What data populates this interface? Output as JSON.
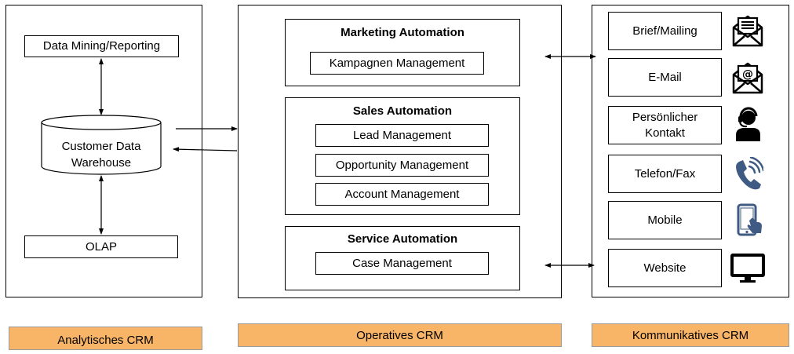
{
  "analytical": {
    "data_mining": "Data Mining/Reporting",
    "warehouse_line1": "Customer Data",
    "warehouse_line2": "Warehouse",
    "olap": "OLAP"
  },
  "operative": {
    "marketing": {
      "title": "Marketing Automation",
      "items": [
        "Kampagnen Management"
      ]
    },
    "sales": {
      "title": "Sales Automation",
      "items": [
        "Lead Management",
        "Opportunity Management",
        "Account Management"
      ]
    },
    "service": {
      "title": "Service Automation",
      "items": [
        "Case Management"
      ]
    }
  },
  "communicative": {
    "channels": [
      {
        "label": "Brief/Mailing",
        "icon": "letter-icon"
      },
      {
        "label": "E-Mail",
        "icon": "email-icon"
      },
      {
        "label": "Persönlicher Kontakt",
        "icon": "headset-person-icon"
      },
      {
        "label": "Telefon/Fax",
        "icon": "phone-icon"
      },
      {
        "label": "Mobile",
        "icon": "mobile-touch-icon"
      },
      {
        "label": "Website",
        "icon": "monitor-icon"
      }
    ]
  },
  "footers": [
    "Analytisches CRM",
    "Operatives CRM",
    "Kommunikatives CRM"
  ]
}
